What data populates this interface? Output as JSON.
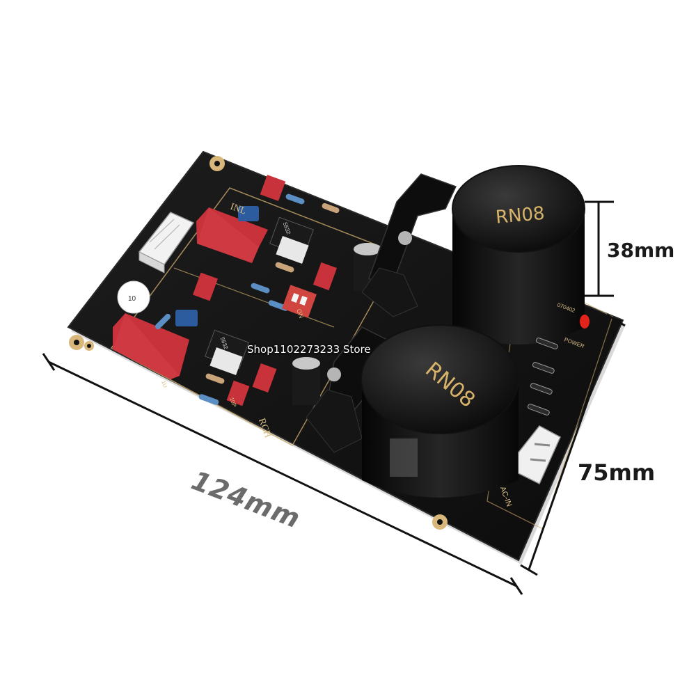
{
  "product": {
    "transformer_1_label": "RN08",
    "transformer_2_label": "RN08",
    "silk_input_left": "INL",
    "silk_input_right": "RCH",
    "silk_ac_in": "AC-IN",
    "silk_switch": "ON",
    "silk_power": "POWER",
    "silk_ref": "070402",
    "opamp_label": "5532",
    "inspection_sticker": "10",
    "cap_label_1u": "1U",
    "cap_label_10p": "10P"
  },
  "dimensions": {
    "width": "124mm",
    "depth": "75mm",
    "height": "38mm"
  },
  "watermark": "Shop1102273233 Store",
  "colors": {
    "pcb": "#141414",
    "silk": "#e0c58a",
    "film_cap": "#c8323a",
    "blue_cap": "#2c5b9e",
    "resistor": "#5b8fc4"
  }
}
